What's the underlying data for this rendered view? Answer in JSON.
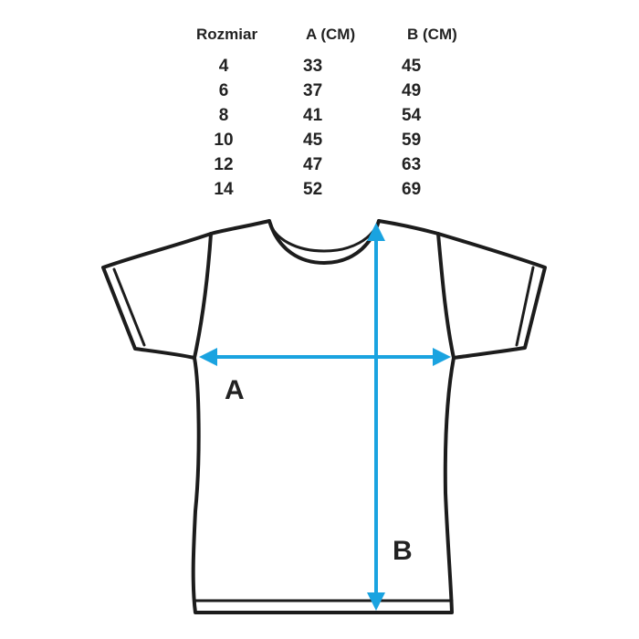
{
  "table": {
    "headers": {
      "size": "Rozmiar",
      "a": "A (CM)",
      "b": "B (CM)"
    },
    "rows": [
      {
        "size": "4",
        "a": "33",
        "b": "45"
      },
      {
        "size": "6",
        "a": "37",
        "b": "49"
      },
      {
        "size": "8",
        "a": "41",
        "b": "54"
      },
      {
        "size": "10",
        "a": "45",
        "b": "59"
      },
      {
        "size": "12",
        "a": "47",
        "b": "63"
      },
      {
        "size": "14",
        "a": "52",
        "b": "69"
      }
    ]
  },
  "diagram": {
    "label_a": "A",
    "label_b": "B",
    "arrow_color": "#1aa3e0",
    "outline_color": "#1c1c1c"
  }
}
